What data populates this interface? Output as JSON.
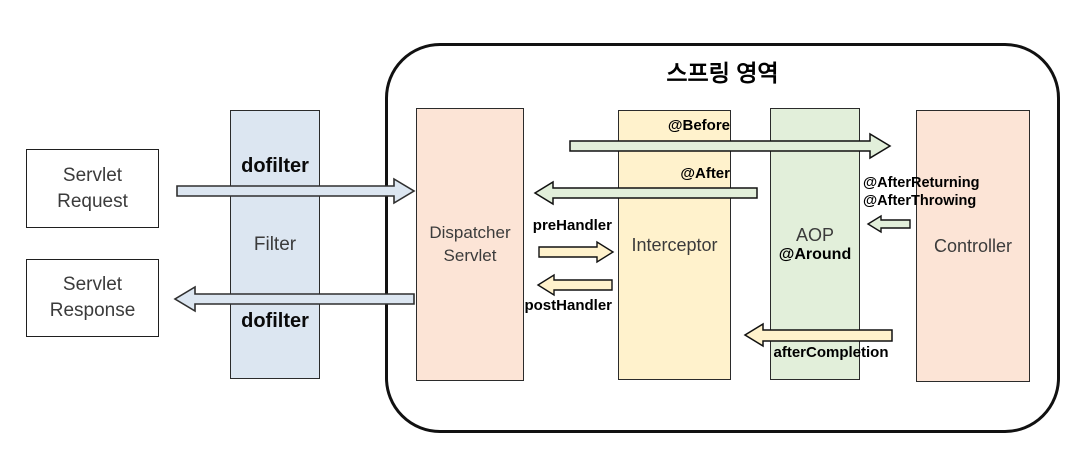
{
  "title": "스프링 영역",
  "colors": {
    "white": "#ffffff",
    "light_blue": "#dce6f1",
    "light_orange": "#fce4d6",
    "light_yellow": "#fff2cc",
    "light_green": "#e2efda"
  },
  "nodes": {
    "servlet_request": {
      "line1": "Servlet",
      "line2": "Request"
    },
    "servlet_response": {
      "line1": "Servlet",
      "line2": "Response"
    },
    "filter": {
      "label": "Filter"
    },
    "dispatcher_servlet": {
      "line1": "Dispatcher",
      "line2": "Servlet"
    },
    "interceptor": {
      "label": "Interceptor"
    },
    "aop": {
      "label": "AOP",
      "sublabel": "@Around"
    },
    "controller": {
      "label": "Controller"
    }
  },
  "labels": {
    "dofilter_request": "dofilter",
    "dofilter_response": "dofilter",
    "before": "@Before",
    "after": "@After",
    "pre_handler": "preHandler",
    "post_handler": "postHandler",
    "after_returning": "@AfterReturning",
    "after_throwing": "@AfterThrowing",
    "after_completion": "afterCompletion"
  }
}
